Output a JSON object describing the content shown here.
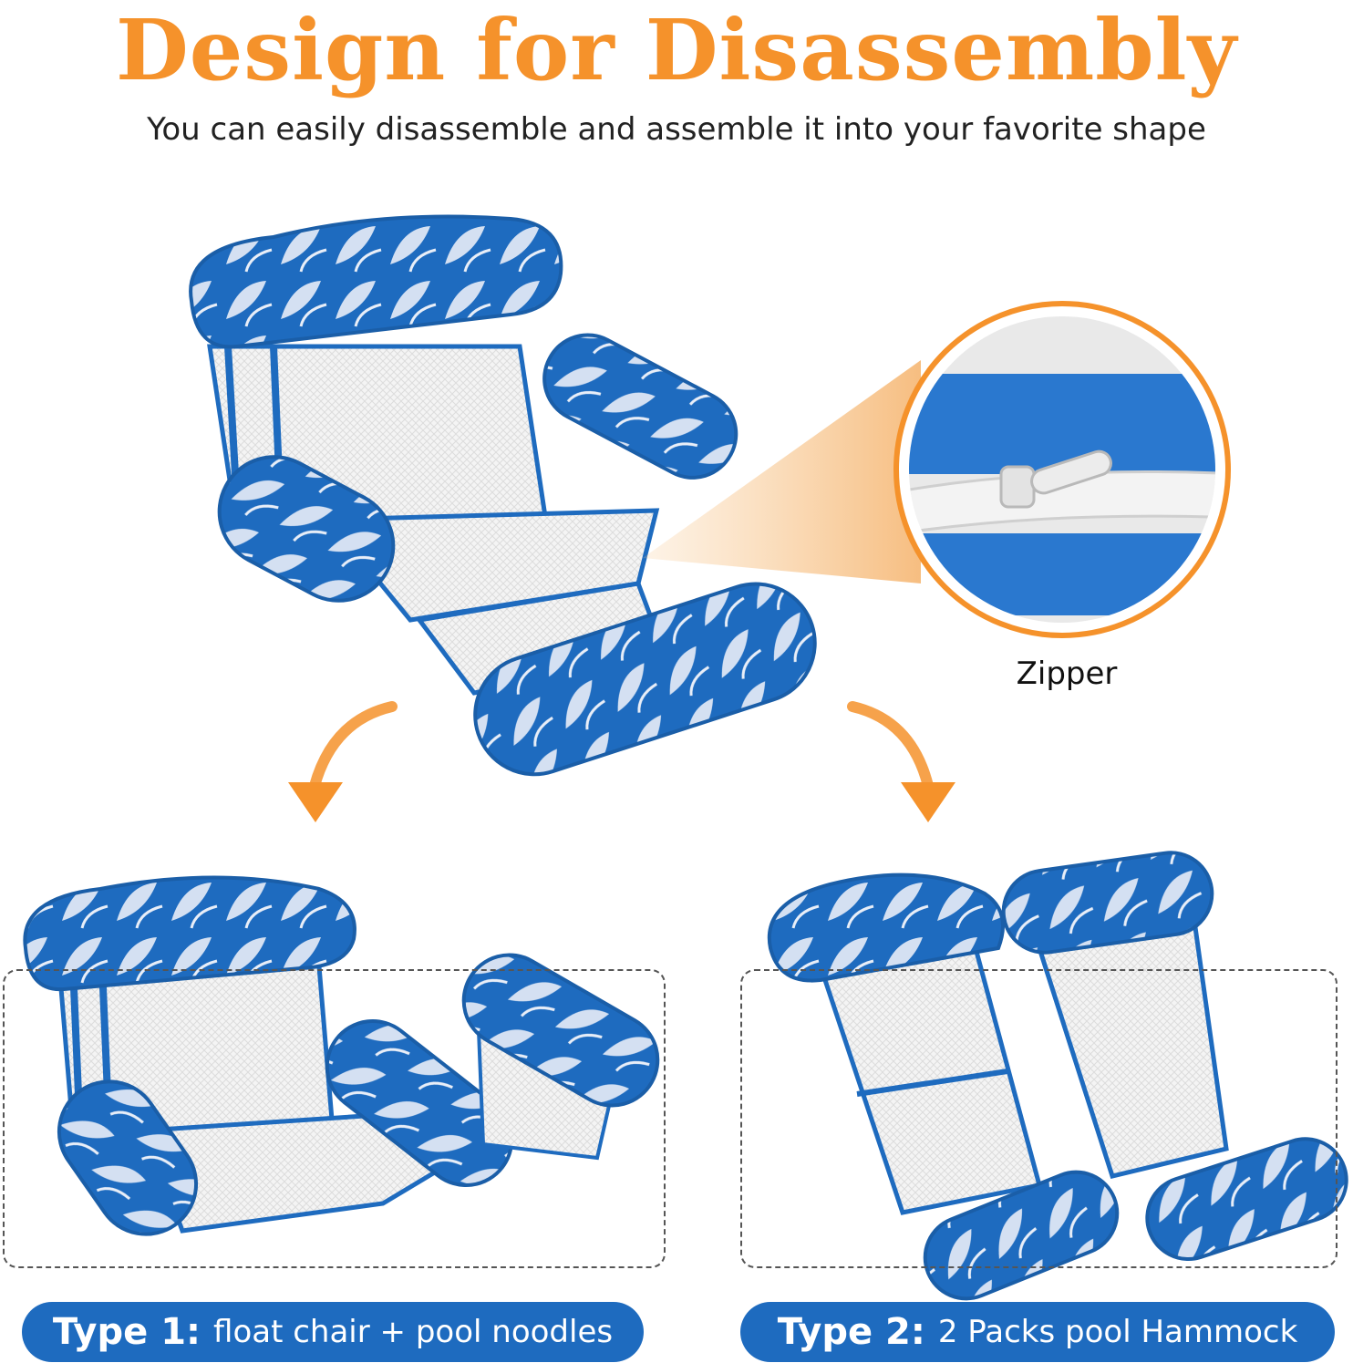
{
  "header": {
    "title": "Design for Disassembly",
    "subtitle": "You can easily disassemble and assemble it into your favorite shape"
  },
  "callout": {
    "label": "Zipper"
  },
  "types": [
    {
      "key": "Type 1:",
      "text": "float chair + pool noodles"
    },
    {
      "key": "Type 2:",
      "text": "2 Packs pool Hammock"
    }
  ],
  "colors": {
    "accent_orange": "#f5922b",
    "float_blue": "#1e6bbf",
    "mesh_white": "#f3f3f3"
  }
}
